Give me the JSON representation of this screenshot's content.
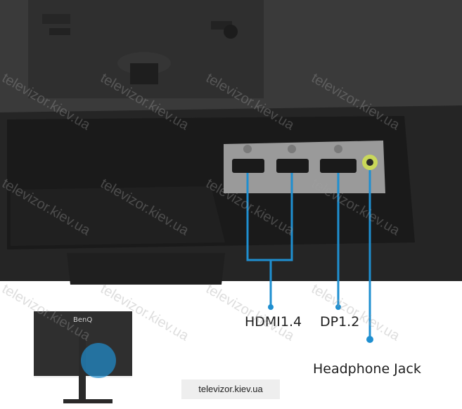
{
  "labels": {
    "hdmi": "HDMI1.4",
    "dp": "DP1.2",
    "headphone": "Headphone Jack"
  },
  "inset": {
    "brand": "BenQ"
  },
  "watermark": {
    "text": "televizor.kiev.ua"
  },
  "colors": {
    "callout": "#1f8fd0",
    "monitor_body": "#2c2c2c",
    "port_panel": "#9a9a9a",
    "headphone_ring": "#c9d75a"
  }
}
